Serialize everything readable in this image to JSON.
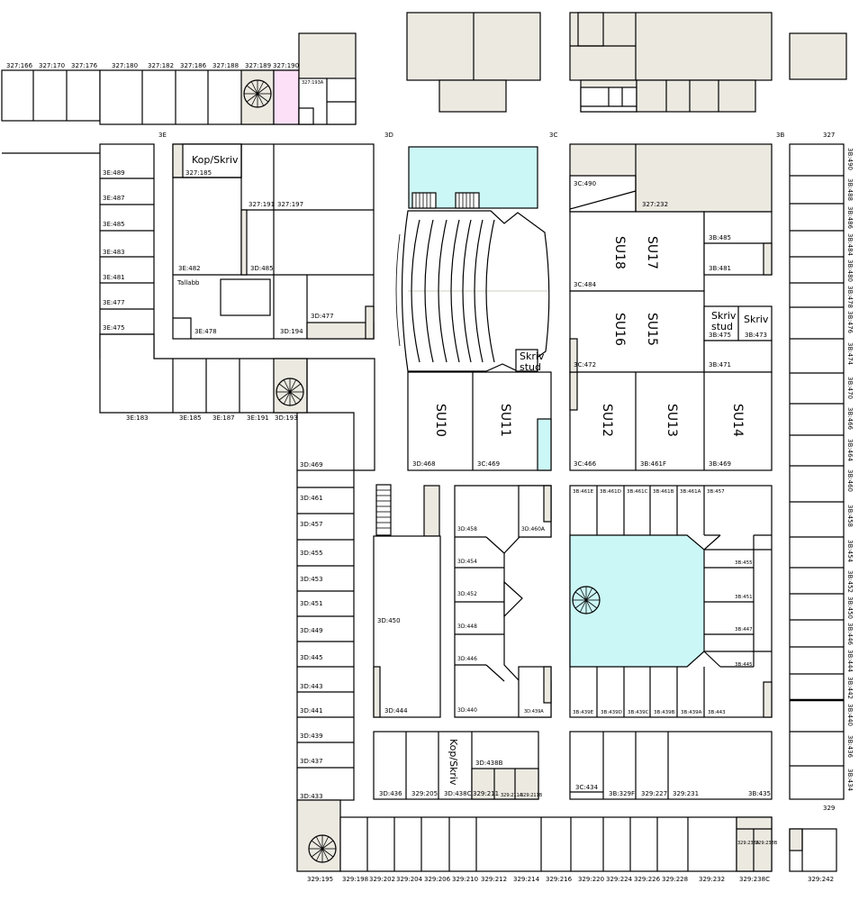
{
  "corridors": {
    "c3e": "3E",
    "c3d": "3D",
    "c3c": "3C",
    "c3b": "3B",
    "c327": "327",
    "c329": "329"
  },
  "top_rooms": [
    "327:166",
    "327:170",
    "327:176",
    "327:180",
    "327:182",
    "327:186",
    "327:188",
    "327:189",
    "327:190"
  ],
  "r327_193a": "327:193A",
  "west_rooms": [
    "3E:489",
    "3E:487",
    "3E:485",
    "3E:483",
    "3E:481",
    "3E:477",
    "3E:475"
  ],
  "bottom_3e": [
    "3E:183",
    "3E:185",
    "3E:187",
    "3E:191",
    "3D:193"
  ],
  "block_3e": {
    "kop": "Kop/Skriv",
    "r185": "327:185",
    "r191": "327:191",
    "r197": "327:197",
    "r482": "3E:482",
    "r485": "3D:485",
    "tallabb": "Tallabb",
    "r478": "3E:478",
    "r194": "3D:194",
    "r477": "3D:477"
  },
  "aula": {
    "skriv": "Skriv",
    "stud": "stud"
  },
  "su": {
    "su10": "SU10",
    "su11": "SU11",
    "su12": "SU12",
    "su13": "SU13",
    "su14": "SU14",
    "su15": "SU15",
    "su16": "SU16",
    "su17": "SU17",
    "su18": "SU18"
  },
  "block_3c": {
    "r490": "3C:490",
    "r232": "327:232",
    "r485": "3B:485",
    "r481": "3B:481",
    "r484": "3C:484",
    "skriv": "Skriv",
    "stud": "stud",
    "skriv2": "Skriv",
    "r475": "3B:475",
    "r473": "3B:473",
    "r472": "3C:472",
    "r471": "3B:471",
    "r468": "3D:468",
    "r469c": "3C:469",
    "r466": "3C:466",
    "r461f": "3B:461F",
    "r469b": "3B:469"
  },
  "east_rooms": [
    "3B:490",
    "3B:488",
    "3B:486",
    "3B:484",
    "3B:480",
    "3B:478",
    "3B:476",
    "3B:474",
    "3B:470",
    "3B:466",
    "3B:464",
    "3B:460",
    "3B:458",
    "3B:454",
    "3B:452",
    "3B:450",
    "3B:446",
    "3B:444",
    "3B:442",
    "3B:440",
    "3B:436",
    "3B:434"
  ],
  "col_3d": [
    "3D:469",
    "3D:461",
    "3D:457",
    "3D:455",
    "3D:453",
    "3D:451",
    "3D:449",
    "3D:445",
    "3D:443",
    "3D:441",
    "3D:439",
    "3D:437",
    "3D:433"
  ],
  "block_450": {
    "r450": "3D:450",
    "r444": "3D:444"
  },
  "block_458": {
    "r458": "3D:458",
    "r460a": "3D:460A",
    "r454": "3D:454",
    "r452": "3D:452",
    "r448": "3D:448",
    "r446": "3D:446",
    "r440": "3D:440",
    "r439a": "3D:439A"
  },
  "block_3b_mid": {
    "top": [
      "3B:461E",
      "3B:461D",
      "3B:461C",
      "3B:461B",
      "3B:461A",
      "3B:457"
    ],
    "right": [
      "3B:455",
      "3B:451",
      "3B:447",
      "3B:445"
    ],
    "bottom": [
      "3B:439E",
      "3B:439D",
      "3B:439C",
      "3B:439B",
      "3B:439A",
      "3B:443"
    ]
  },
  "block_436": {
    "r436": "3D:436",
    "r205": "329:205",
    "r438c": "3D:438C",
    "kop": "Kop/Skriv",
    "r438b": "3D:438B",
    "r211": "329:211",
    "r211a": "329:211A",
    "r211b": "329:211B"
  },
  "block_434": {
    "r434": "3C:434",
    "r329f": "3B:329F",
    "r227": "329:227",
    "r231": "329:231",
    "r435": "3B:435"
  },
  "bottom_rooms": [
    "329:195",
    "329:198",
    "329:202",
    "329:204",
    "329:206",
    "329:210",
    "329:212",
    "329:214",
    "329:216",
    "329:220",
    "329:224",
    "329:226",
    "329:228",
    "329:232",
    "329:238C",
    "329:242"
  ],
  "r238a": "329:238A",
  "r238b": "329:238B"
}
